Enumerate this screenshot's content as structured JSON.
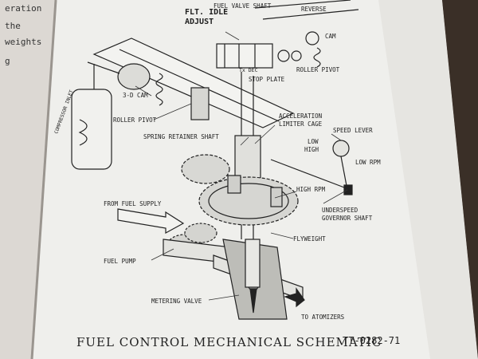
{
  "left_page": {
    "lines": [
      "eration",
      "the",
      "weights",
      "g"
    ]
  },
  "diagram": {
    "labels": {
      "fuel_valve_shaft": "FUEL VALVE SHAFT",
      "reverse": "REVERSE",
      "flt_idle_adjust_1": "FLT. IDLE",
      "flt_idle_adjust_2": "ADJUST",
      "cam": "CAM",
      "roller_pivot_top": "ROLLER PIVOT",
      "tx_dec": "Tx DEC",
      "stop_plate": "STOP PLATE",
      "three_d_cam": "3-D CAM",
      "roller_pivot": "ROLLER PIVOT",
      "acceleration_limiter_cage_1": "ACCELERATION",
      "acceleration_limiter_cage_2": "LIMITER CAGE",
      "speed_lever": "SPEED LEVER",
      "spring_retainer_shaft": "SPRING RETAINER SHAFT",
      "low": "LOW",
      "high": "HIGH",
      "low_rpm": "LOW RPM",
      "high_rpm": "HIGH RPM",
      "underspeed_1": "UNDERSPEED",
      "underspeed_2": "GOVERNOR SHAFT",
      "from_fuel_supply": "FROM FUEL SUPPLY",
      "flyweight": "FLYWEIGHT",
      "fuel_pump": "FUEL PUMP",
      "metering_valve": "METERING VALVE",
      "to_atomizers": "TO ATOMIZERS",
      "compressor_inlet": "COMPRESSOR INLET"
    }
  },
  "caption": "FUEL CONTROL MECHANICAL SCHEMATIC",
  "doc_code": "TT-0282-71"
}
